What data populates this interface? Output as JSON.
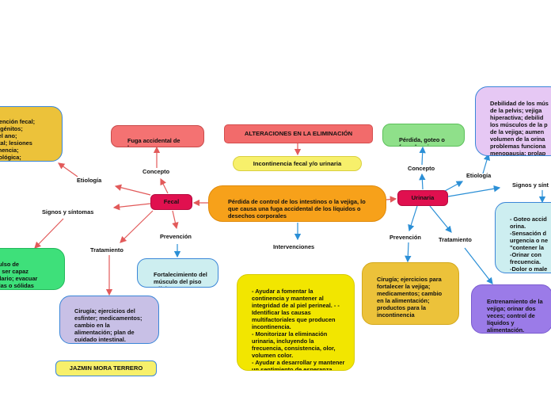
{
  "colors": {
    "line": "#e25a5a",
    "line_blue": "#2b8fd6",
    "title_fill": "#f26b6b",
    "yellow_pale": "#f7f06b",
    "orange": "#f7a11a",
    "crimson": "#e0104f",
    "salmon": "#f47272",
    "green": "#8fe08a",
    "mint": "#cdeef0",
    "lavender": "#c8c0e6",
    "ochre": "#ecc23a",
    "lilac": "#e6c8f4",
    "violet": "#9b7be8",
    "lime_green": "#3ee07a",
    "lemon": "#f2e600"
  },
  "title": "ALTERACIONES EN LA ELIMINACIÓN",
  "subtitle": "Incontinencia fecal y/o urinaria",
  "central": "Pérdida de control de los intestinos o la vejiga, lo que causa una fuga accidental de los líquidos o desechos corporales",
  "intervenciones": {
    "label": "Intervenciones",
    "text": "- Ayudar a fomentar la continencia y mantener al integridad de al piel perineal. - - Identificar las causas multifactoriales que producen incontinencia.\n- Monitorizar la eliminación urinaria, incluyendo la frecuencia, consistencia, olor, volumen color.\n- Ayudar a desarrollar y mantener un sentimiento de esperanza."
  },
  "fecal": {
    "label": "Fecal",
    "concepto_label": "Concepto",
    "concepto": "Fuga accidental de heces o gases.",
    "etiologia_label": "Etiología",
    "etiologia": "Retención fecal;\ncongénitos;\nen el ano;\nrectal; lesiones\ndemencia;\neurológica;\nen el ano.",
    "signos_label": "Signos y síntomas",
    "signos": "impulso de\ny no ser capaz\nntrolario; evacuar\nquidas o sólidas\nerio",
    "tratamiento_label": "Tratamiento",
    "tratamiento": "Cirugía; ejercicios del esfínter; medicamentos; cambio en la alimentación; plan de cuidado intestinal.",
    "prevencion_label": "Prevención",
    "prevencion": "Fortalecimiento del músculo del piso pélvico"
  },
  "urinaria": {
    "label": "Urinaria",
    "concepto_label": "Concepto",
    "concepto": "Pérdida, goteo o fuga de orina",
    "etiologia_label": "Etiología",
    "etiologia": "Debilidad de los mús\nde la pelvis; vejiga\nhiperactiva;  debilid\nlos músculos de la p\nde la vejiga; aumen\nvolumen de la orina\nproblemas funciona\nmenopausia; prolap\npiso pelvico.",
    "signos_label": "Signos y sínt",
    "signos": "- Goteo accid\norina.\n-Sensación d\nurgencia o ne\n\"contener la\n-Orinar con\nfrecuencia.\n-Dolor o male\norinar.",
    "prevencion_label": "Prevención",
    "prevencion": "Cirugía; ejercicios para fortalecer la vejiga; medicamentos; cambio en la alimentación; productos para la incontinencia",
    "tratamiento_label": "Tratamiento",
    "tratamiento": "Entrenamiento de la vejiga; orinar dos veces; control de líquidos y alimentación."
  },
  "author": "JAZMIN MORA TERRERO"
}
